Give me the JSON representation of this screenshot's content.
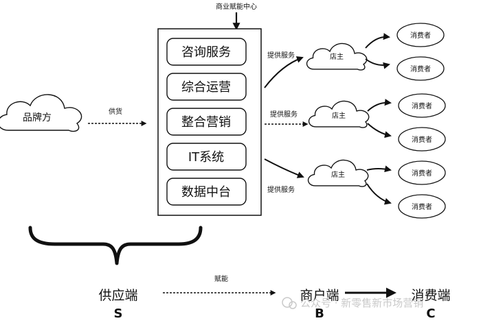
{
  "hub": {
    "title": "商业赋能中心",
    "services": [
      "咨询服务",
      "综合运营",
      "整合营销",
      "IT系统",
      "数据中台"
    ]
  },
  "brand": {
    "label": "品牌方",
    "edge_label": "供货"
  },
  "shops": [
    {
      "label": "店主",
      "edge_label": "提供服务",
      "consumers": [
        "消费者",
        "消费者"
      ]
    },
    {
      "label": "店主",
      "edge_label": "提供服务",
      "consumers": [
        "消费者",
        "消费者"
      ]
    },
    {
      "label": "店主",
      "edge_label": "提供服务",
      "consumers": [
        "消费者",
        "消费者"
      ]
    }
  ],
  "bottom": {
    "supply": {
      "label": "供应端",
      "code": "S"
    },
    "enable_label": "赋能",
    "merchant": {
      "label": "商户端",
      "code": "B"
    },
    "consumer": {
      "label": "消费端",
      "code": "C"
    }
  },
  "watermark": "公众号 · 新零售新市场营销"
}
